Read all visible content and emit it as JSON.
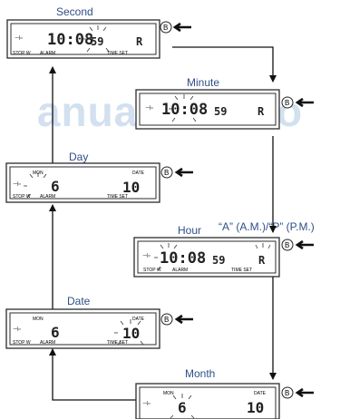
{
  "watermark": "anualsLib.co",
  "labels": {
    "second": "Second",
    "minute": "Minute",
    "day": "Day",
    "hour": "Hour",
    "am_pm": "“A” (A.M.)/“P” (P.M.)",
    "date": "Date",
    "month": "Month"
  },
  "button": "B",
  "lcd": {
    "alarm_mark": "⊣▫",
    "stop_w": "STOP W",
    "alarm": "ALARM",
    "time_set": "TIME SET",
    "mon": "MON",
    "date_tag": "DATE",
    "time": "10:08",
    "seconds": "59",
    "time_minute_view": "10:08",
    "seconds_minute_view": "59",
    "ampm_second": "R",
    "ampm_minute": "R",
    "ampm_hour": "R",
    "day_digit": "6",
    "date_digits": "10",
    "month_digit": "6",
    "date_digits_month": "10"
  },
  "colors": {
    "text_blue": "#2f4f86",
    "lcd_line": "#2b2b2b",
    "arrow": "#111111",
    "watermark": "#7da5d2"
  }
}
